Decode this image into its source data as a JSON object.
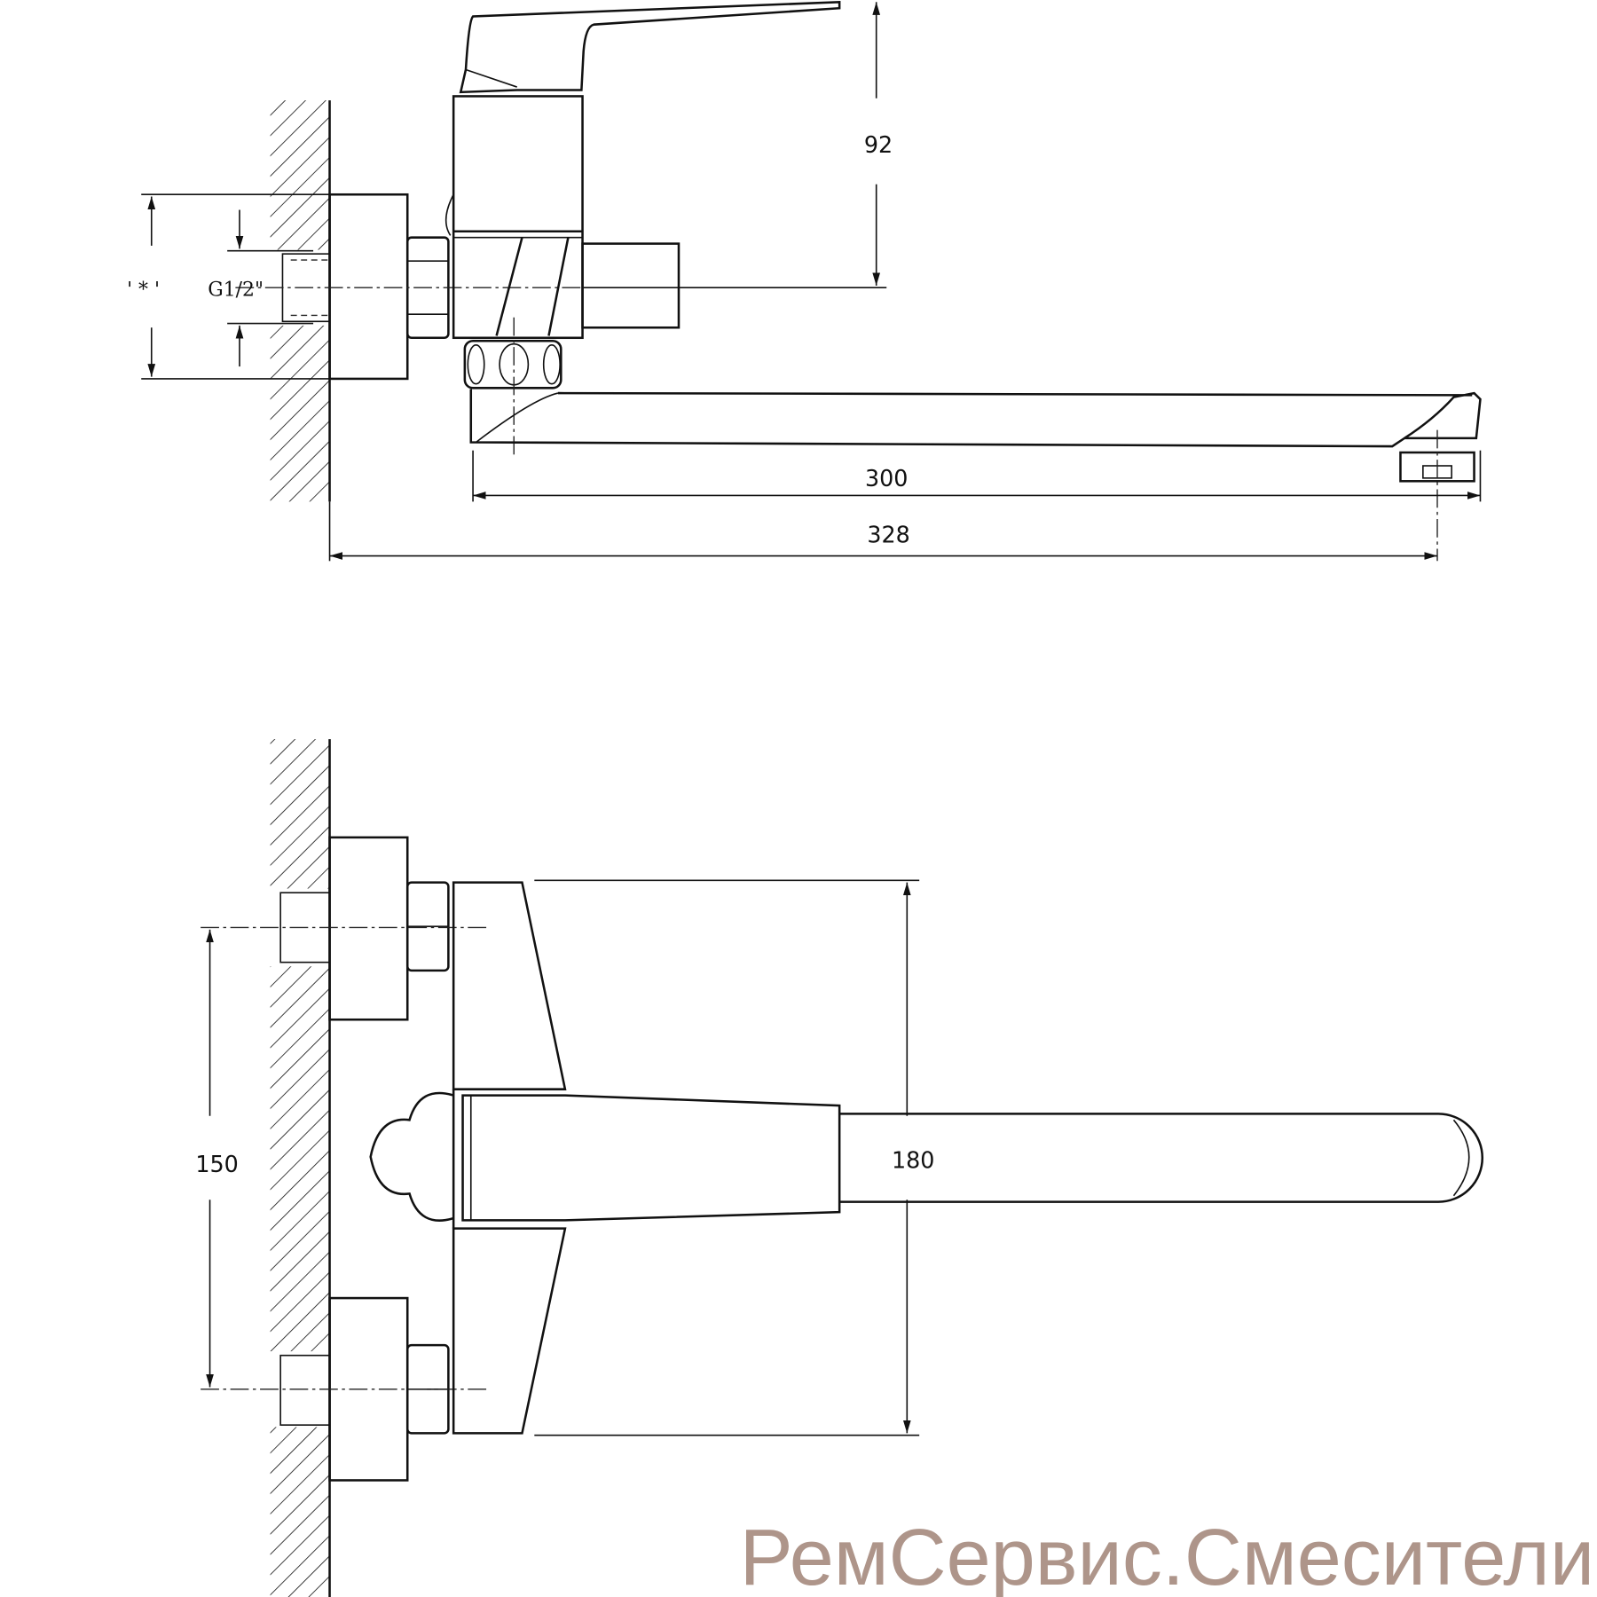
{
  "drawing": {
    "side_view": {
      "dim_handle_height": "92",
      "dim_spout_length": "300",
      "dim_total_projection": "328",
      "dim_thread": "G1/2\"",
      "dim_eccentric_note": "' * '"
    },
    "top_view": {
      "dim_inlet_spacing": "150",
      "dim_body_height": "180"
    }
  },
  "watermark": {
    "text": "РемСервис.Смесители",
    "color": "#ae958a"
  }
}
